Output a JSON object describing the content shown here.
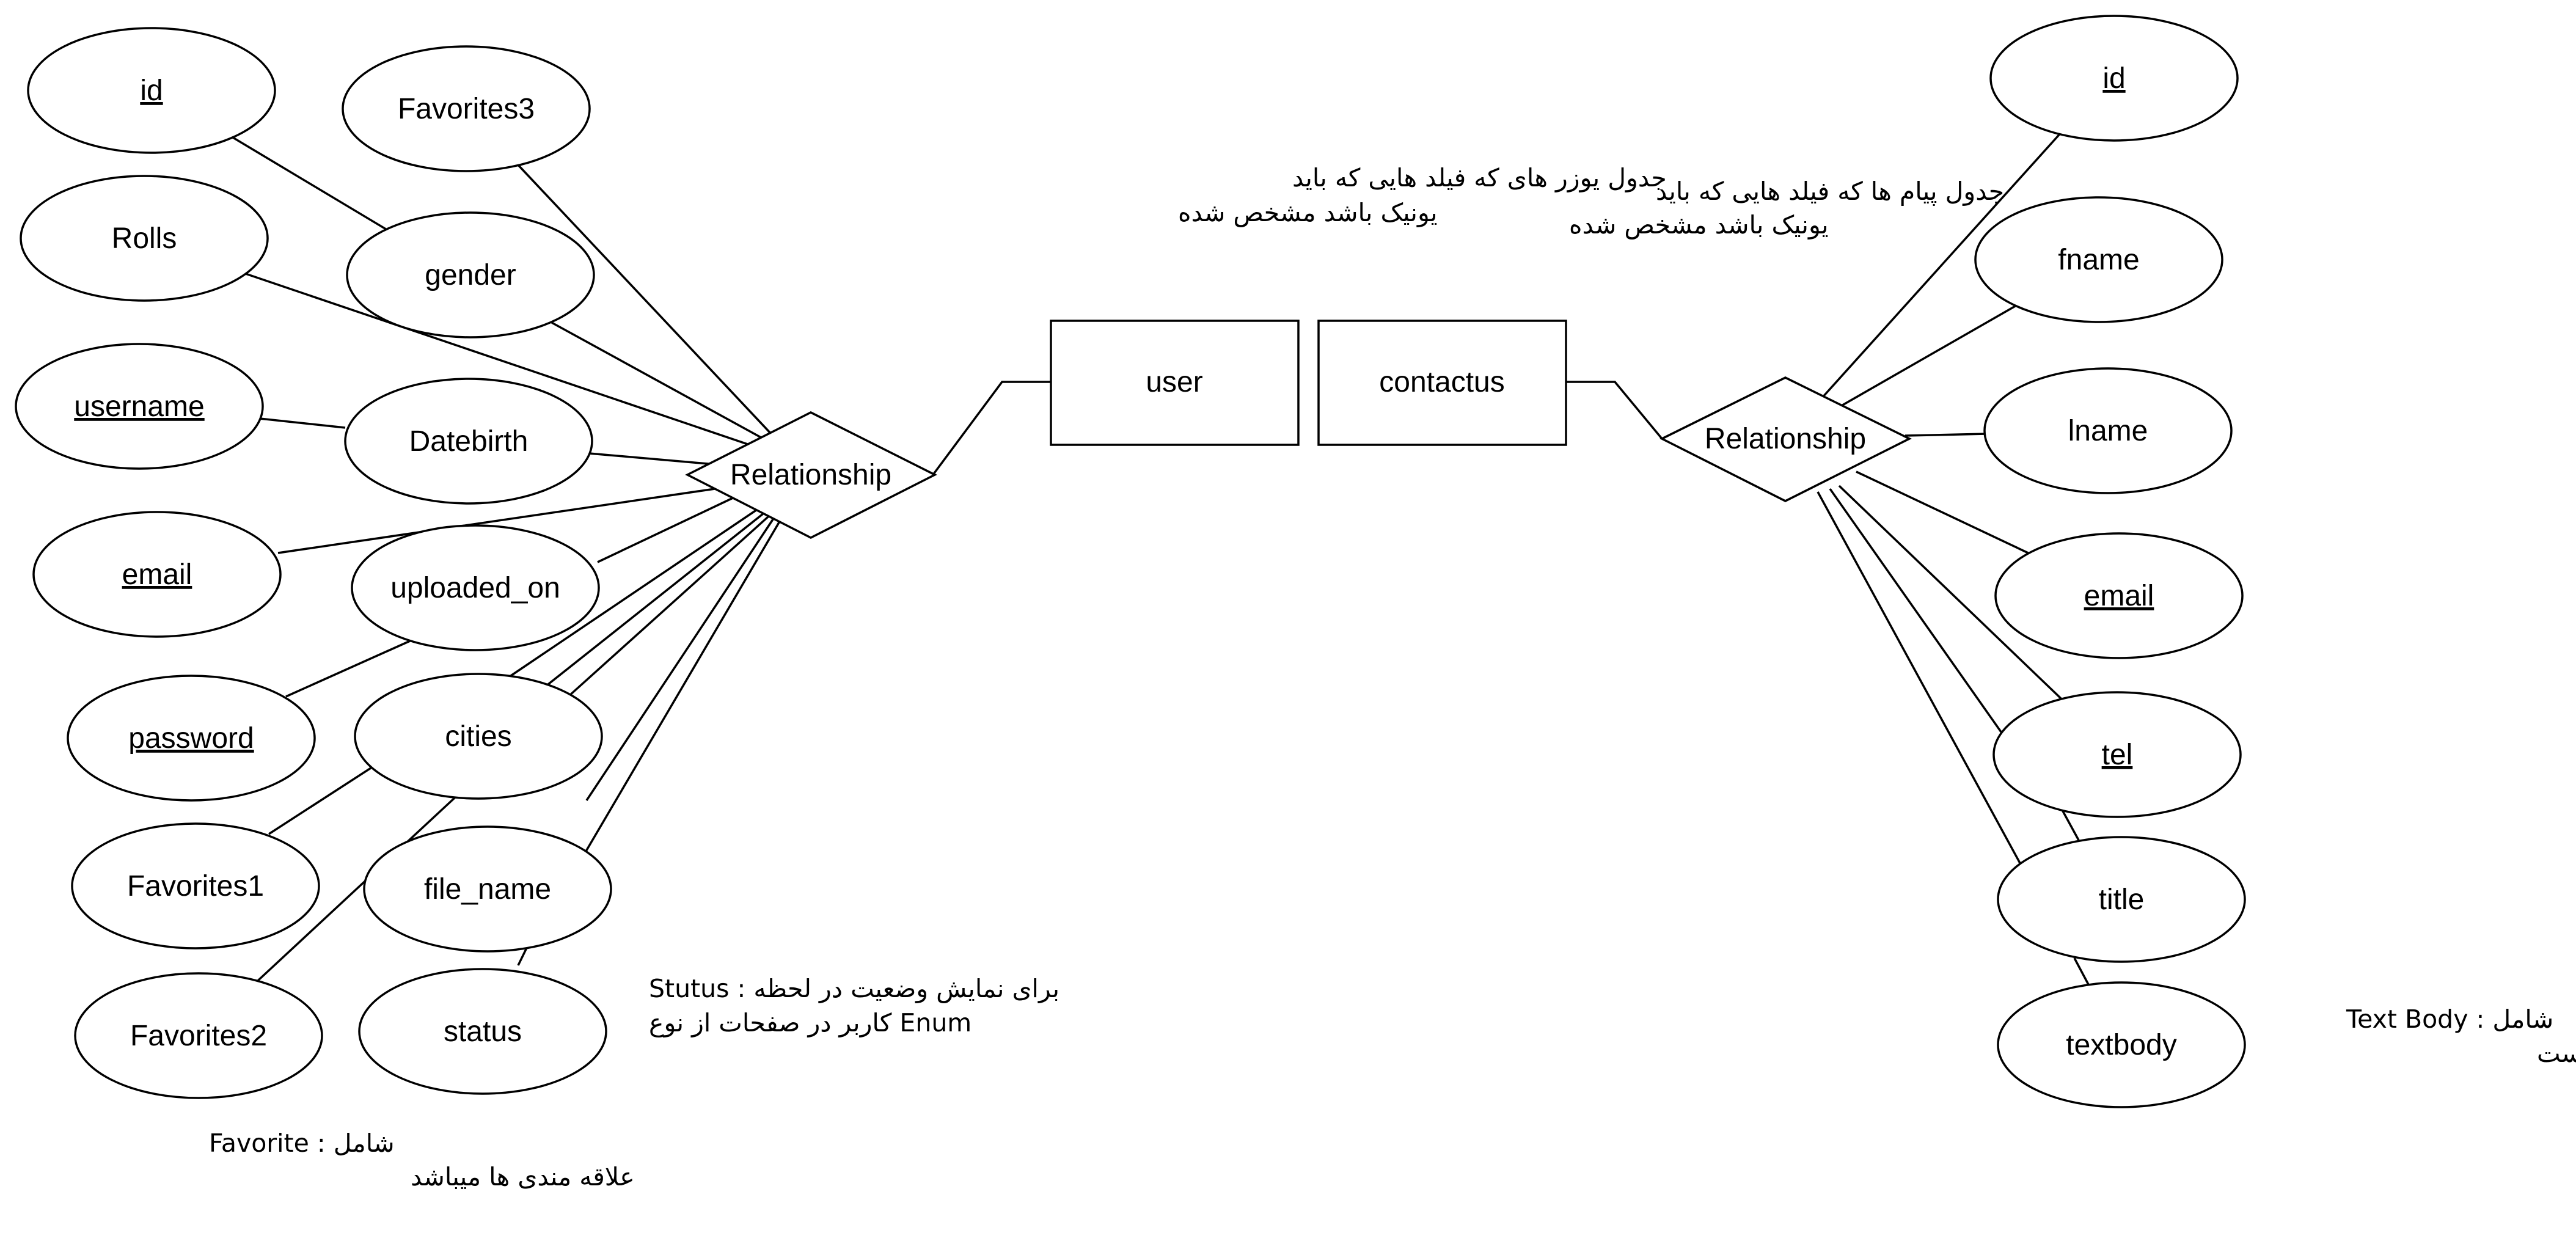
{
  "entities": {
    "user": "user",
    "contactus": "contactus"
  },
  "relationships": {
    "user_rel": "Relationship",
    "contact_rel": "Relationship"
  },
  "user_attributes": {
    "id": "id",
    "favorites3": "Favorites3",
    "rolls": "Rolls",
    "gender": "gender",
    "username": "username",
    "datebirth": "Datebirth",
    "email": "email",
    "uploaded_on": "uploaded_on",
    "password": "password",
    "cities": "cities",
    "favorites1": "Favorites1",
    "file_name": "file_name",
    "favorites2": "Favorites2",
    "status": "status"
  },
  "contact_attributes": {
    "id": "id",
    "fname": "fname",
    "lname": "lname",
    "email": "email",
    "tel": "tel",
    "title": "title",
    "textbody": "textbody"
  },
  "notes": {
    "user_table_line1": "جدول یوزر های که فیلد هایی که باید",
    "user_table_line2": "یونیک باشد مشخص شده",
    "contact_table_line1": "جدول پیام ها  که فیلد هایی که باید",
    "contact_table_line2": "یونیک باشد مشخص شده",
    "status_line1": "Stutus : برای نمایش وضعیت در لحظه",
    "status_line2": "کاربر در صفحات از نوع Enum",
    "favorite_line1": "Favorite : شامل",
    "favorite_line2": "علاقه مندی ها میباشد",
    "textbody_line1": "Text Body : شامل",
    "textbody_line2": "متن اصلی پیام است"
  }
}
